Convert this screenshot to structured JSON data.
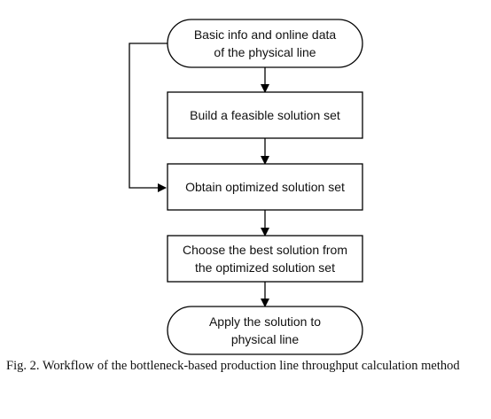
{
  "diagram": {
    "nodes": [
      {
        "id": "start",
        "shape": "terminal",
        "lines": [
          "Basic info and online data",
          "of the physical line"
        ]
      },
      {
        "id": "build",
        "shape": "process",
        "lines": [
          "Build a feasible solution set"
        ]
      },
      {
        "id": "obtain",
        "shape": "process",
        "lines": [
          "Obtain optimized solution set"
        ]
      },
      {
        "id": "choose",
        "shape": "process",
        "lines": [
          "Choose the best solution from",
          "the optimized solution set"
        ]
      },
      {
        "id": "apply",
        "shape": "terminal",
        "lines": [
          "Apply the solution to",
          "physical line"
        ]
      }
    ],
    "edges": [
      {
        "from": "start",
        "to": "build"
      },
      {
        "from": "build",
        "to": "obtain"
      },
      {
        "from": "obtain",
        "to": "choose"
      },
      {
        "from": "choose",
        "to": "apply"
      },
      {
        "from": "start",
        "to": "obtain",
        "route": "left-loop"
      }
    ],
    "colors": {
      "stroke": "#000000",
      "fill": "#ffffff",
      "text": "#111111"
    }
  },
  "caption": "Fig. 2. Workflow of the bottleneck-based production line throughput calculation method"
}
